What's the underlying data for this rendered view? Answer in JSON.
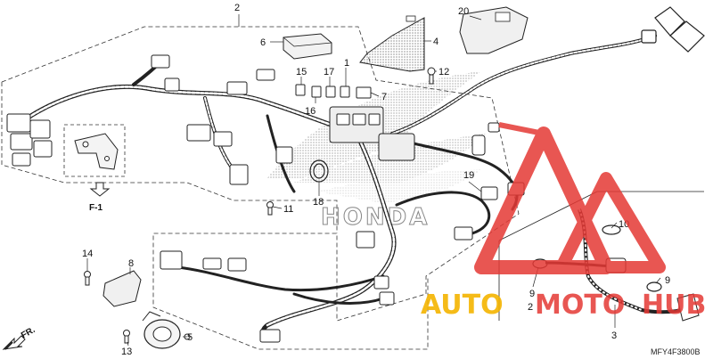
{
  "diagram": {
    "diagram_code": "MFY4F3800B",
    "sub_view_label": "F-1",
    "direction_label": "FR.",
    "brand_mark": "HONDA",
    "watermark": {
      "word_primary": "AUTO",
      "word_secondary": "MOTO",
      "word_tertiary": "HUB",
      "primary_color": "#f4b400",
      "secondary_color": "#e53935"
    },
    "callouts": [
      {
        "id": "c2a",
        "number": "2"
      },
      {
        "id": "c20",
        "number": "20"
      },
      {
        "id": "c6",
        "number": "6"
      },
      {
        "id": "c4",
        "number": "4"
      },
      {
        "id": "c1",
        "number": "1"
      },
      {
        "id": "c15",
        "number": "15"
      },
      {
        "id": "c17",
        "number": "17"
      },
      {
        "id": "c12",
        "number": "12"
      },
      {
        "id": "c7",
        "number": "7"
      },
      {
        "id": "c16",
        "number": "16"
      },
      {
        "id": "c19",
        "number": "19"
      },
      {
        "id": "c11",
        "number": "11"
      },
      {
        "id": "c18",
        "number": "18"
      },
      {
        "id": "c10",
        "number": "10"
      },
      {
        "id": "c14",
        "number": "14"
      },
      {
        "id": "c8",
        "number": "8"
      },
      {
        "id": "c9a",
        "number": "9"
      },
      {
        "id": "c9b",
        "number": "9"
      },
      {
        "id": "c2b",
        "number": "2"
      },
      {
        "id": "c5",
        "number": "5"
      },
      {
        "id": "c13",
        "number": "13"
      },
      {
        "id": "c3",
        "number": "3"
      }
    ]
  }
}
